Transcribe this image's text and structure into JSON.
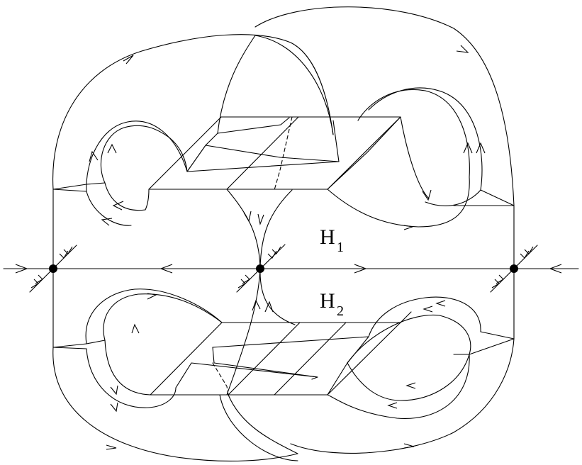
{
  "labels": {
    "h1_main": "H",
    "h1_sub": "1",
    "h2_main": "H",
    "h2_sub": "2"
  },
  "colors": {
    "stroke": "#000000",
    "background": "#ffffff"
  }
}
